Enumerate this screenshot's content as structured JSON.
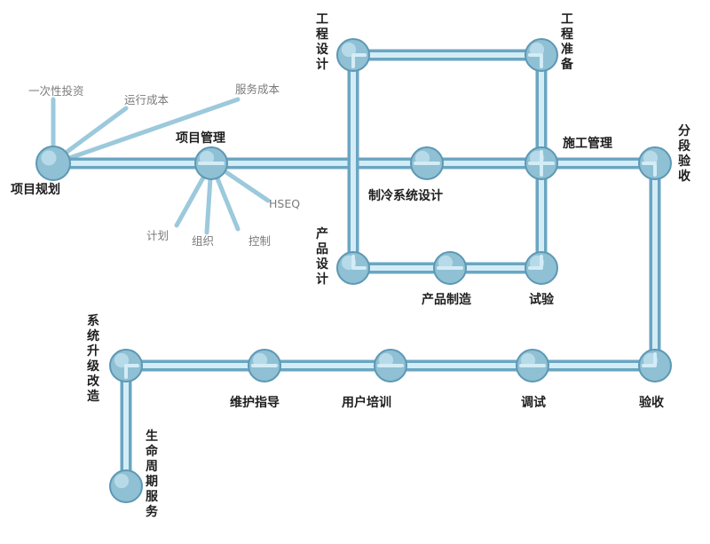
{
  "colors": {
    "pipe_outer": "#6aa6c2",
    "pipe_inner": "#d3ecf6",
    "branch": "#9cc9dc",
    "node_fill": "#8fc0d4",
    "node_stroke": "#5d98b4",
    "node_light": "#d8eef7",
    "text_main": "#1e1e1e",
    "text_sub": "#7b7b7b"
  },
  "nodes": {
    "project_planning": "项目规划",
    "project_management": "项目管理",
    "engineering_design": "工程设计",
    "engineering_preparation": "工程准备",
    "refrigeration_design": "制冷系统设计",
    "construction_management": "施工管理",
    "phased_acceptance": "分段验收",
    "product_design": "产品设计",
    "product_manufacturing": "产品制造",
    "test": "试验",
    "system_upgrade": "系统升级改造",
    "maintenance_guidance": "维护指导",
    "user_training": "用户培训",
    "commissioning": "调试",
    "acceptance": "验收",
    "lifecycle_service": "生命周期服务"
  },
  "branches": {
    "one_time_investment": "一次性投资",
    "operating_cost": "运行成本",
    "service_cost": "服务成本",
    "plan": "计划",
    "organization": "组织",
    "control": "控制",
    "hseq": "HSEQ"
  }
}
